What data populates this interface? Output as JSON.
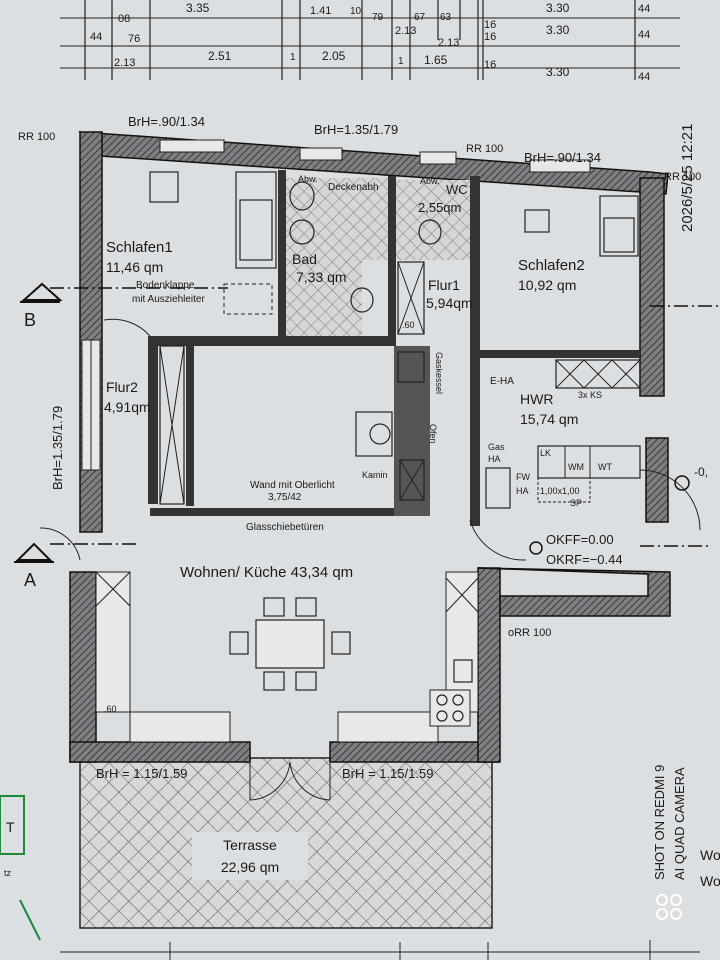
{
  "dimensions_top": {
    "row1": [
      "3.35",
      "1.41",
      "10",
      "79",
      "67",
      "63",
      "16",
      "3.30",
      "44"
    ],
    "row2": [
      "08",
      "44",
      "76",
      "2.13",
      "2.13",
      "16",
      "3.30",
      "44"
    ],
    "row3": [
      "2.13",
      "2.51",
      "1",
      "2.05",
      "1",
      "1.65",
      "16",
      "3.30",
      "44"
    ]
  },
  "window_labels": {
    "top_left": "BrH=.90/1.34",
    "top_mid": "BrH=1.35/1.79",
    "top_right": "BrH=.90/1.34",
    "left_side": "BrH=1.35/1.79",
    "bottom_left": "BrH = 1.15/1.59",
    "bottom_right": "BrH = 1.15/1.59"
  },
  "rr_labels": {
    "top_left": "RR 100",
    "top_mid": "RR 100",
    "top_right": "RR 100",
    "right": "oRR 100"
  },
  "rooms": {
    "schlafen1": {
      "name": "Schlafen1",
      "area": "11,46 qm"
    },
    "bad": {
      "name": "Bad",
      "area": "7,33 qm"
    },
    "wc": {
      "name": "WC",
      "area": "2,55qm"
    },
    "schlafen2": {
      "name": "Schlafen2",
      "area": "10,92 qm"
    },
    "flur1": {
      "name": "Flur1",
      "area": "5,94qm"
    },
    "flur2": {
      "name": "Flur2",
      "area": "4,91qm"
    },
    "hwr": {
      "name": "HWR",
      "area": "15,74 qm"
    },
    "wohnen": {
      "name": "Wohnen/ Küche 43,34 qm"
    },
    "terrasse": {
      "name": "Terrasse",
      "area": "22,96 qm"
    }
  },
  "annotations": {
    "bodenklappe": "Bodenklappe",
    "ausziehleiter": "mit Ausziehleiter",
    "deckenabh": "Deckenabh",
    "abw1": "Abw.",
    "abw2": "Abw.",
    "gaskessel": "Gaskessel",
    "ofen": "Ofen",
    "kamin": "Kamin",
    "wand_oberlicht": "Wand mit Oberlicht",
    "wand_dim": "3,75/42",
    "glasschiebe": "Glasschiebetüren",
    "eha": "E-HA",
    "ks": "3x KS",
    "gas": "Gas",
    "ha": "HA",
    "fw": "FW",
    "ha2": "HA",
    "lk": "LK",
    "wm": "WM",
    "wt": "WT",
    "sp_dim": "1,00x1,00",
    "sp": "SP",
    "okff": "OKFF=0.00",
    "okrf": "OKRF=−0.44",
    "level_right": "-0,",
    "dim60_a": ".60",
    "dim60_b": ".60",
    "section_a": "A",
    "section_b": "B"
  },
  "overlay": {
    "timestamp": "2026/5/25 12:21",
    "camera_line1": "SHOT ON REDMI 9",
    "camera_line2": "AI QUAD CAMERA"
  },
  "edge_text": {
    "left_box": "T",
    "left_small": "tz",
    "right_w1": "Wo",
    "right_w2": "Wo"
  },
  "colors": {
    "paper": "#dcdfe2",
    "ink": "#1a1a1a",
    "watermark": "#ffffff",
    "green_mark": "#1d8a3a"
  }
}
